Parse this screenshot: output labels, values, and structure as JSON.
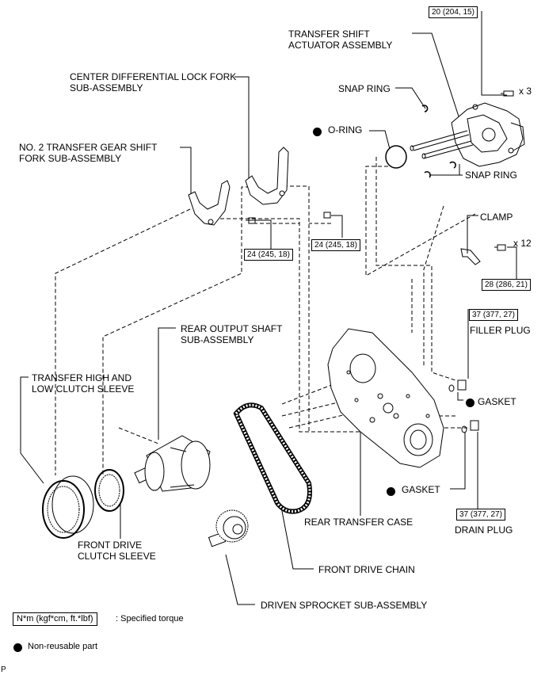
{
  "labels": {
    "actuator": "TRANSFER SHIFT\nACTUATOR ASSEMBLY",
    "snap_ring_top": "SNAP RING",
    "o_ring": "O-RING",
    "snap_ring_right": "SNAP RING",
    "center_diff_fork": "CENTER DIFFERENTIAL LOCK FORK\nSUB-ASSEMBLY",
    "no2_fork": "NO. 2 TRANSFER GEAR SHIFT\nFORK SUB-ASSEMBLY",
    "clamp": "CLAMP",
    "filler_plug": "FILLER PLUG",
    "gasket_right": "GASKET",
    "rear_output_shaft": "REAR OUTPUT SHAFT\nSUB-ASSEMBLY",
    "high_low_sleeve": "TRANSFER HIGH AND\nLOW CLUTCH SLEEVE",
    "gasket_lower": "GASKET",
    "front_drive_sleeve": "FRONT DRIVE\nCLUTCH SLEEVE",
    "rear_transfer_case": "REAR TRANSFER CASE",
    "drain_plug": "DRAIN PLUG",
    "front_drive_chain": "FRONT DRIVE CHAIN",
    "driven_sprocket": "DRIVEN SPROCKET SUB-ASSEMBLY"
  },
  "torques": {
    "actuator_bolt": "20 (204, 15)",
    "fork_bolt_left": "24 (245, 18)",
    "fork_bolt_right": "24 (245, 18)",
    "case_bolt": "28 (286, 21)",
    "filler_plug": "37 (377, 27)",
    "drain_plug": "37 (377, 27)"
  },
  "quantities": {
    "actuator_bolts": "x 3",
    "case_bolts": "x 12"
  },
  "legend": {
    "torque_box": "N*m (kgf*cm, ft.*lbf)",
    "torque_text": ": Specified torque",
    "non_reusable": "Non-reusable part"
  },
  "corner_mark": "P"
}
